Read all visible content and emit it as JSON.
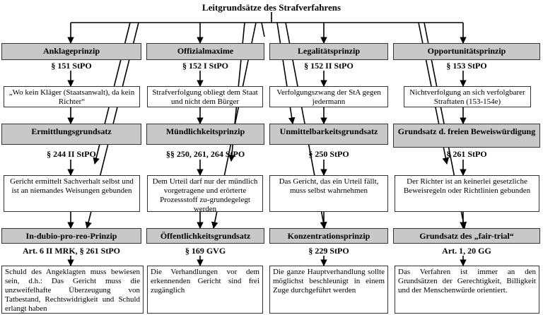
{
  "title": "Leitgrundsätze des Strafverfahrens",
  "columns": [
    {
      "rows": [
        {
          "heading": "Anklageprinzip",
          "law": "§ 151 StPO",
          "text": "„Wo kein Kläger (Staatsanwalt), da kein Richter“"
        },
        {
          "heading": "Ermittlungsgrundsatz",
          "law": "§ 244 II StPO",
          "text": "Gericht ermittelt Sachverhalt selbst und ist an niemandes Weisungen gebunden"
        },
        {
          "heading": "In-dubio-pro-reo-Prinzip",
          "law": "Art. 6 II MRK, § 261 StPO",
          "text": "Schuld des Angeklagten muss bewiesen sein, d.h.: Das Gericht muss die unzweifelhafte Überzeugung von Tatbestand, Rechtswidrigkeit und Schuld erlangt haben"
        }
      ]
    },
    {
      "rows": [
        {
          "heading": "Offizialmaxime",
          "law": "§ 152 I StPO",
          "text": "Strafverfolgung obliegt dem Staat und nicht dem Bürger"
        },
        {
          "heading": "Mündlichkeitsprinzip",
          "law": "§§ 250, 261, 264 StPO",
          "text": "Dem Urteil darf nur der mündlich vorgetragene und erörterte Prozessstoff zu-grundegelegt werden"
        },
        {
          "heading": "Öffentlichkeitsgrundsatz",
          "law": "§ 169 GVG",
          "text": "Die Verhandlungen vor dem erkennenden Gericht sind frei zugänglich"
        }
      ]
    },
    {
      "rows": [
        {
          "heading": "Legalitätsprinzip",
          "law": "§ 152 II StPO",
          "text": "Verfolgungszwang der StA gegen jedermann"
        },
        {
          "heading": "Unmittelbarkeitsgrundsatz",
          "law": "§ 250 StPO",
          "text": "Das Gericht, das ein Urteil fällt, muss selbst wahrnehmen"
        },
        {
          "heading": "Konzentrationsprinzip",
          "law": "§ 229 StPO",
          "text": "Die ganze Hauptverhandlung sollte möglichst beschleunigt in einem Zuge durchgeführt werden"
        }
      ]
    },
    {
      "rows": [
        {
          "heading": "Opportunitätsprinzip",
          "law": "§ 153 StPO",
          "text": "Nichtverfolgung an sich verfolgbarer Straftaten (153-154e)"
        },
        {
          "heading": "Grundsatz d. freien Beweiswürdigung",
          "law": "§ 261 StPO",
          "text": "Der Richter ist an keinerlei gesetzliche Beweisregeln oder Richtlinien gebunden"
        },
        {
          "heading": "Grundsatz des „fair-trial“",
          "law": "Art. 1, 20 GG",
          "text": "Das Verfahren ist immer an den Grundsätzen der Gerechtigkeit, Billigkeit und der Menschenwürde orientiert."
        }
      ]
    }
  ]
}
